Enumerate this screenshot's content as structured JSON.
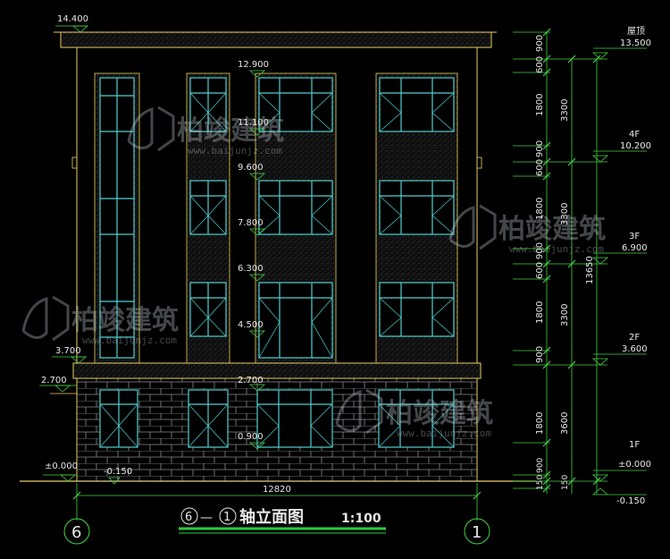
{
  "elevation_labels": {
    "top": "14.400",
    "mid": [
      "12.900",
      "11.100",
      "9.600",
      "7.800",
      "6.300",
      "4.500",
      "2.700",
      "0.900"
    ],
    "left_3700": "3.700",
    "left_2700": "2.700",
    "left_0": "±0.000",
    "left_m0150": "-0.150"
  },
  "dimensions": {
    "col1": [
      "900",
      "600",
      "1800",
      "900",
      "600",
      "1800",
      "900",
      "600",
      "1800",
      "900",
      "1800",
      "150",
      "900",
      "150"
    ],
    "floor_heights": [
      "3300",
      "3300",
      "3300",
      "3600"
    ],
    "total": "13650",
    "width": "12820"
  },
  "floors": {
    "roof": {
      "name": "屋顶",
      "elev": "13.500"
    },
    "f4": {
      "name": "4F",
      "elev": "10.200"
    },
    "f3": {
      "name": "3F",
      "elev": "6.900"
    },
    "f2": {
      "name": "2F",
      "elev": "3.600"
    },
    "f1": {
      "name": "1F",
      "elev": "±0.000"
    },
    "below": "-0.150"
  },
  "axis": {
    "left": "6",
    "right": "1"
  },
  "title": {
    "from": "6",
    "dash": "—",
    "to": "1",
    "text": "轴立面图",
    "scale": "1:100"
  },
  "watermark": {
    "brand": "柏竣建筑",
    "url": "www.baijunjz.com"
  },
  "colors": {
    "bg": "#000000",
    "wall": "#e8d060",
    "frame": "#4fd0d0",
    "dim": "#46d246",
    "title_underline": "#2ecc40"
  }
}
